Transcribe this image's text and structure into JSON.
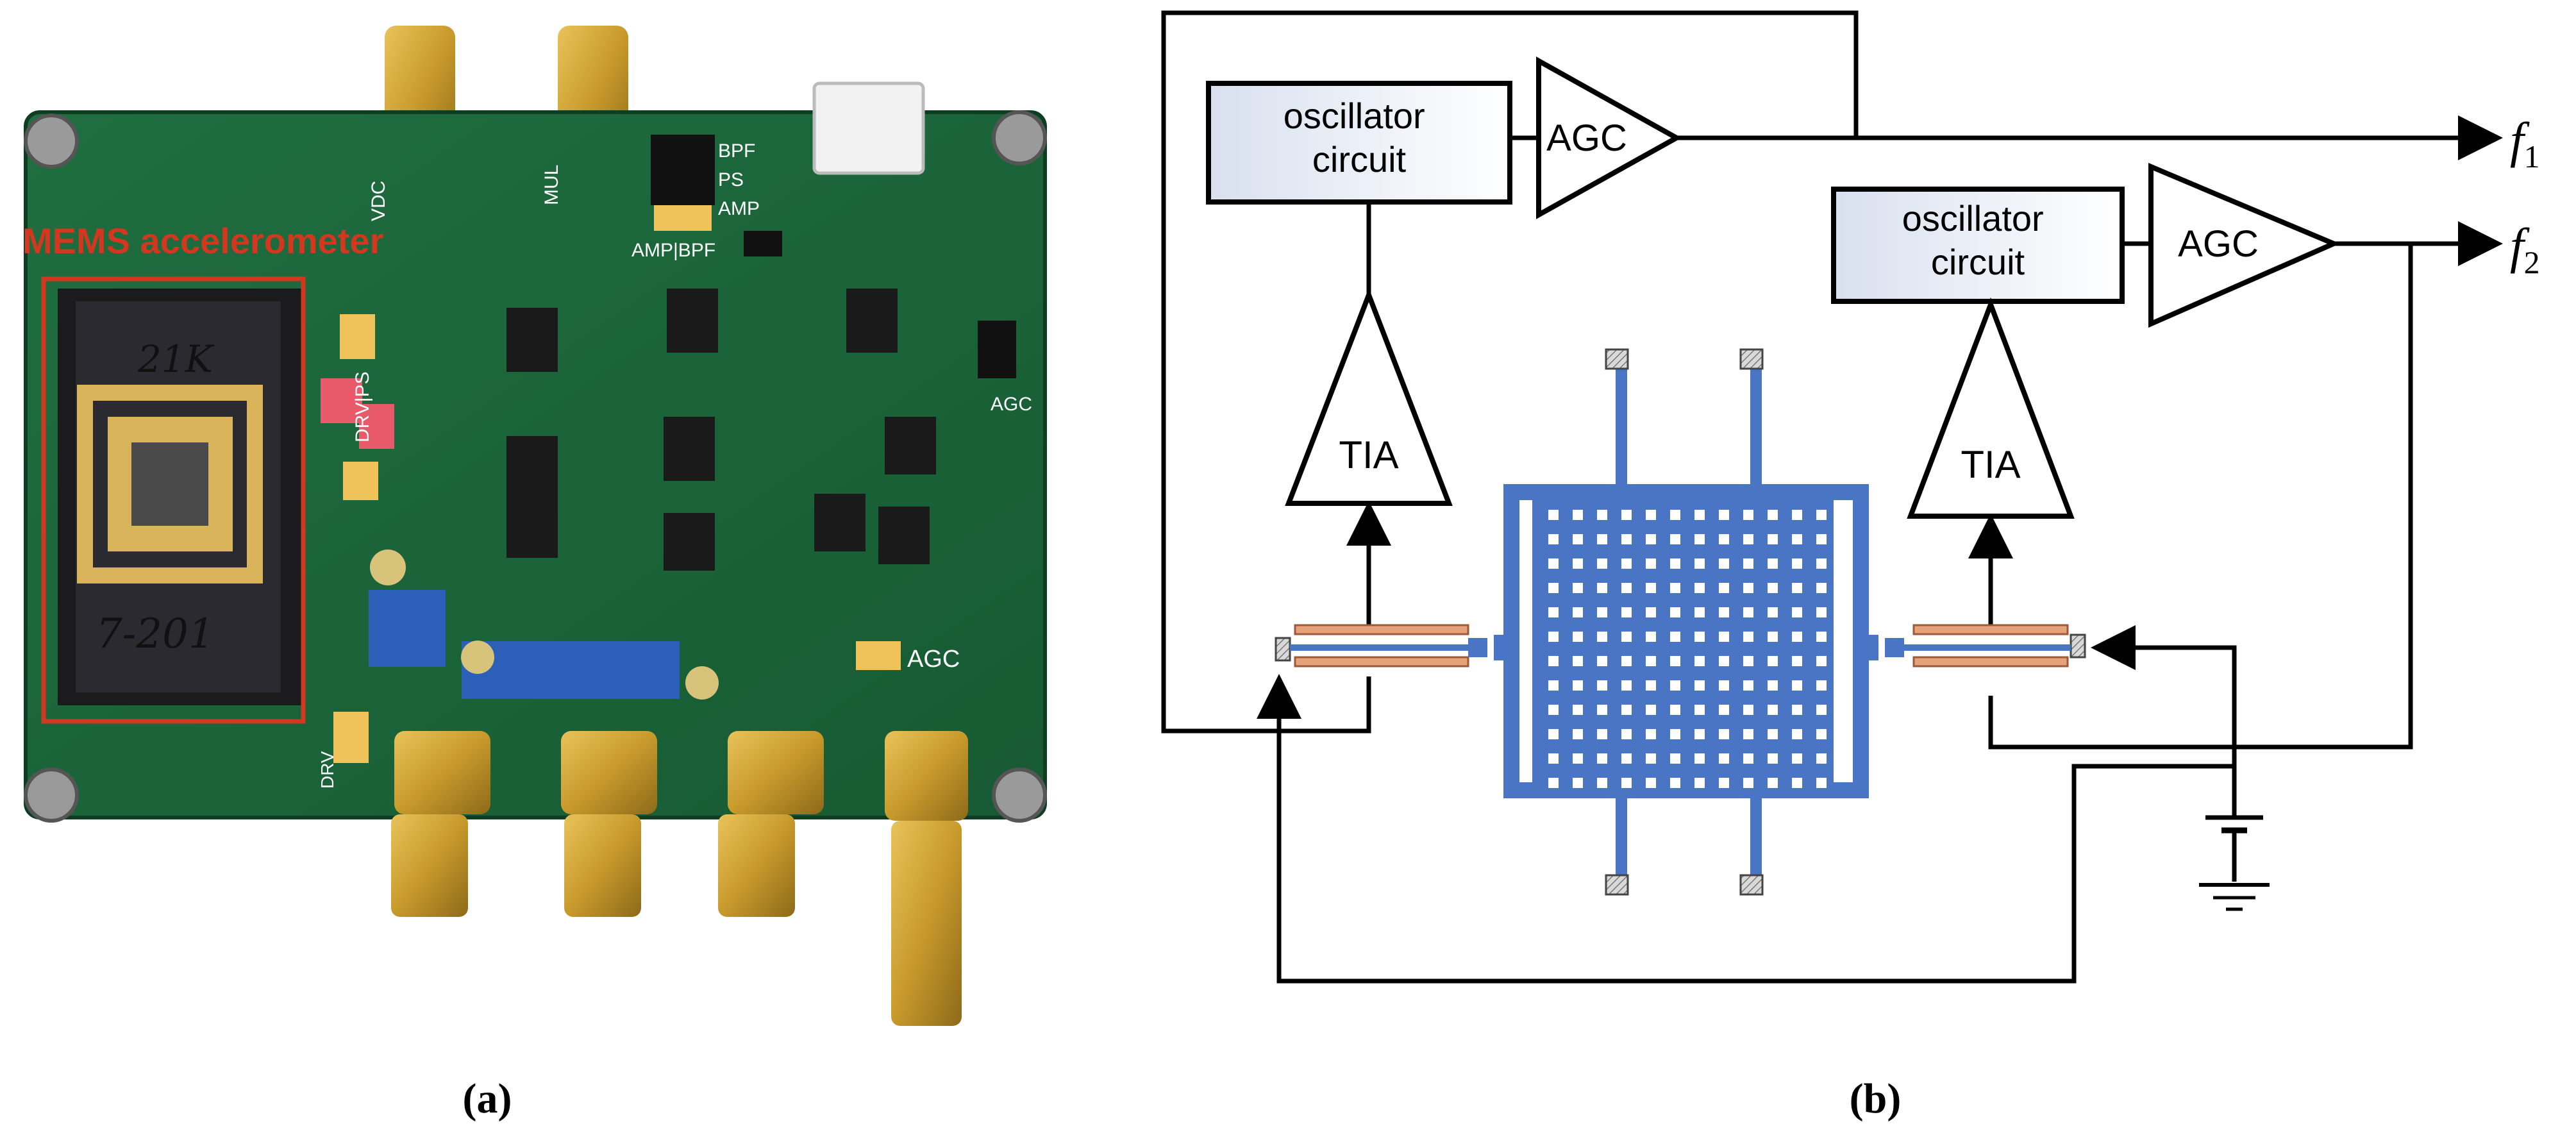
{
  "panel_a": {
    "caption": "(a)",
    "highlight_label": "MEMS accelerometer",
    "highlight_color": "#d2371f",
    "board_color": "#1e6a3c",
    "board_labels": {
      "vdc": "VDC",
      "mul": "MUL",
      "bpf": "BPF",
      "ps": "PS",
      "amp": "AMP",
      "amp_bpf": "AMP|BPF",
      "drv_ps": "DRV|PS",
      "agc_side": "AGC",
      "agc_bottom": "AGC",
      "drv": "DRV"
    },
    "chip_handwriting_top": "21K",
    "chip_handwriting_bottom": "7-201"
  },
  "panel_b": {
    "caption": "(b)",
    "oscillator_1": "oscillator circuit",
    "oscillator_2": "oscillator circuit",
    "agc_1": "AGC",
    "agc_2": "AGC",
    "tia_1": "TIA",
    "tia_2": "TIA",
    "output_1": "f",
    "output_1_sub": "1",
    "output_2": "f",
    "output_2_sub": "2",
    "resonator_color": "#4a74c4",
    "electrode_color": "#e8a27a"
  }
}
